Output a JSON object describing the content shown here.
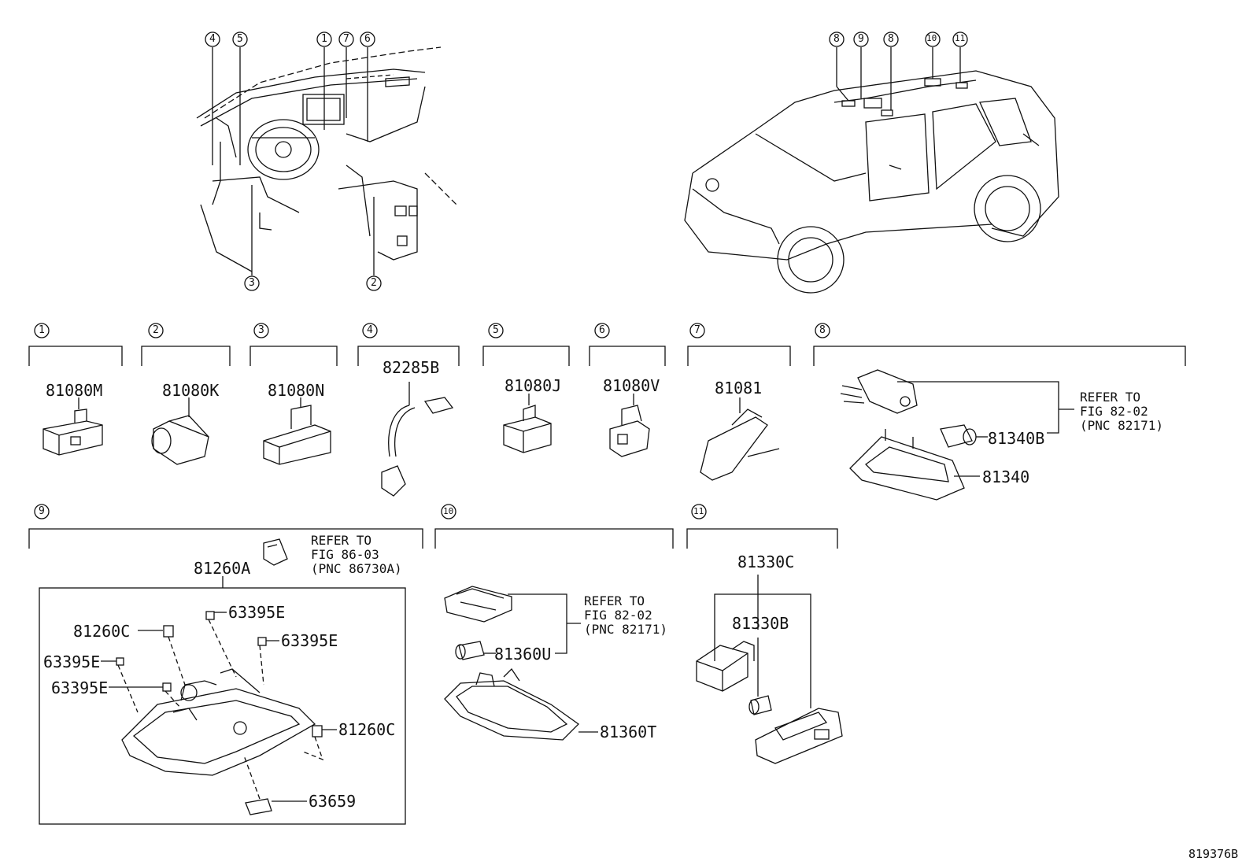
{
  "callouts": {
    "c1": "1",
    "c2": "2",
    "c3": "3",
    "c4": "4",
    "c5": "5",
    "c6": "6",
    "c7": "7",
    "c8": "8",
    "c9": "9",
    "c10": "10",
    "c11": "11"
  },
  "parts": {
    "p1": "81080M",
    "p2": "81080K",
    "p3": "81080N",
    "p4": "82285B",
    "p5": "81080J",
    "p6": "81080V",
    "p7": "81081",
    "p8a": "81340B",
    "p8b": "81340",
    "p9main": "81260A",
    "p9_63395E_a": "63395E",
    "p9_81260C_a": "81260C",
    "p9_63395E_b": "63395E",
    "p9_63395E_c": "63395E",
    "p9_63395E_d": "63395E",
    "p9_81260C_b": "81260C",
    "p9_63659": "63659",
    "p10a": "81360U",
    "p10b": "81360T",
    "p11a": "81330C",
    "p11b": "81330B"
  },
  "refs": {
    "r8": {
      "l1": "REFER TO",
      "l2": "FIG 82-02",
      "l3": "(PNC 82171)"
    },
    "r9": {
      "l1": "REFER TO",
      "l2": "FIG 86-03",
      "l3": "(PNC 86730A)"
    },
    "r10": {
      "l1": "REFER TO",
      "l2": "FIG 82-02",
      "l3": "(PNC 82171)"
    }
  },
  "figure_code": "819376B"
}
